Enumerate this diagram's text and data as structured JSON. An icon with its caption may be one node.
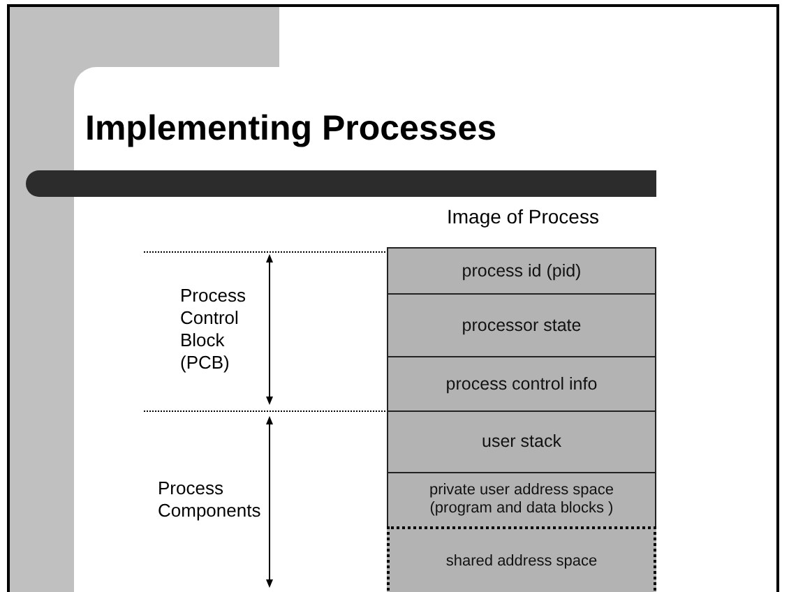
{
  "diagram": {
    "title": "Implementing Processes",
    "nodes": [
      {
        "text": [
          "process id (pid)"
        ]
      },
      {
        "text": [
          "processor state"
        ]
      },
      {
        "text": [
          "process control info"
        ]
      },
      {
        "text": [
          "user stack"
        ]
      },
      {
        "text": [
          "private user address space (program and data blocks )"
        ]
      },
      {
        "text": [
          "shared address space"
        ]
      }
    ],
    "labels": [
      "Image of Process",
      "Process Control Block (PCB)",
      "Process Components"
    ]
  }
}
